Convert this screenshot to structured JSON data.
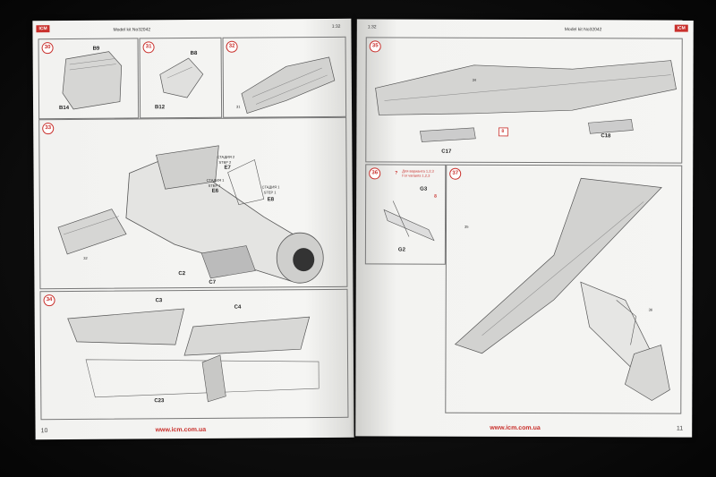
{
  "left_page": {
    "header_kit": "Model kit No32042",
    "header_scale": "1:32",
    "logo": "ICM",
    "page_number": "10",
    "url": "www.icm.com.ua",
    "steps": {
      "s30": {
        "num": "30",
        "parts": [
          "B9",
          "B14"
        ]
      },
      "s31": {
        "num": "31",
        "parts": [
          "B8",
          "B12"
        ]
      },
      "s32": {
        "num": "32",
        "sub": "31"
      },
      "s33": {
        "num": "33",
        "labels": [
          "СТАДИЯ 2",
          "STEP 2",
          "E7",
          "СТАДИЯ 1",
          "STEP 1",
          "E6",
          "СТАДИЯ 1",
          "STEP 1",
          "E8",
          "C2",
          "C7"
        ],
        "sub": "32"
      },
      "s34": {
        "num": "34",
        "parts": [
          "C3",
          "C4",
          "C23"
        ]
      }
    }
  },
  "right_page": {
    "header_scale": "1:32",
    "header_kit": "Model kit No32042",
    "logo": "ICM",
    "page_number": "11",
    "url": "www.icm.com.ua",
    "steps": {
      "s35": {
        "num": "35",
        "sub": "34",
        "parts": [
          "C17",
          "C18"
        ],
        "marker": "8"
      },
      "s36": {
        "num": "36",
        "note_ru": "Для варианта 1,2,3",
        "note_en": "For variants 1,2,3",
        "marker_q": "?",
        "marker_8": "8",
        "parts": [
          "G3",
          "G2"
        ]
      },
      "s37": {
        "num": "37",
        "sub_a": "35",
        "sub_b": "36"
      }
    }
  },
  "colors": {
    "accent_red": "#c9302c",
    "paper": "#f4f4f2",
    "background": "#0a0a0a"
  }
}
